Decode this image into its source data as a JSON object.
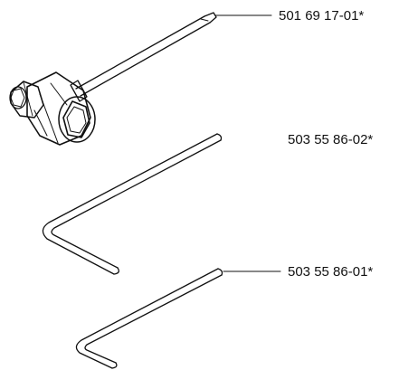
{
  "parts": [
    {
      "label": "501 69 17-01*",
      "icon": "combination-spanner-icon"
    },
    {
      "label": "503 55 86-02*",
      "icon": "hex-key-large-icon"
    },
    {
      "label": "503 55 86-01*",
      "icon": "hex-key-small-icon"
    }
  ],
  "colors": {
    "ink": "#111111",
    "background": "#ffffff"
  }
}
